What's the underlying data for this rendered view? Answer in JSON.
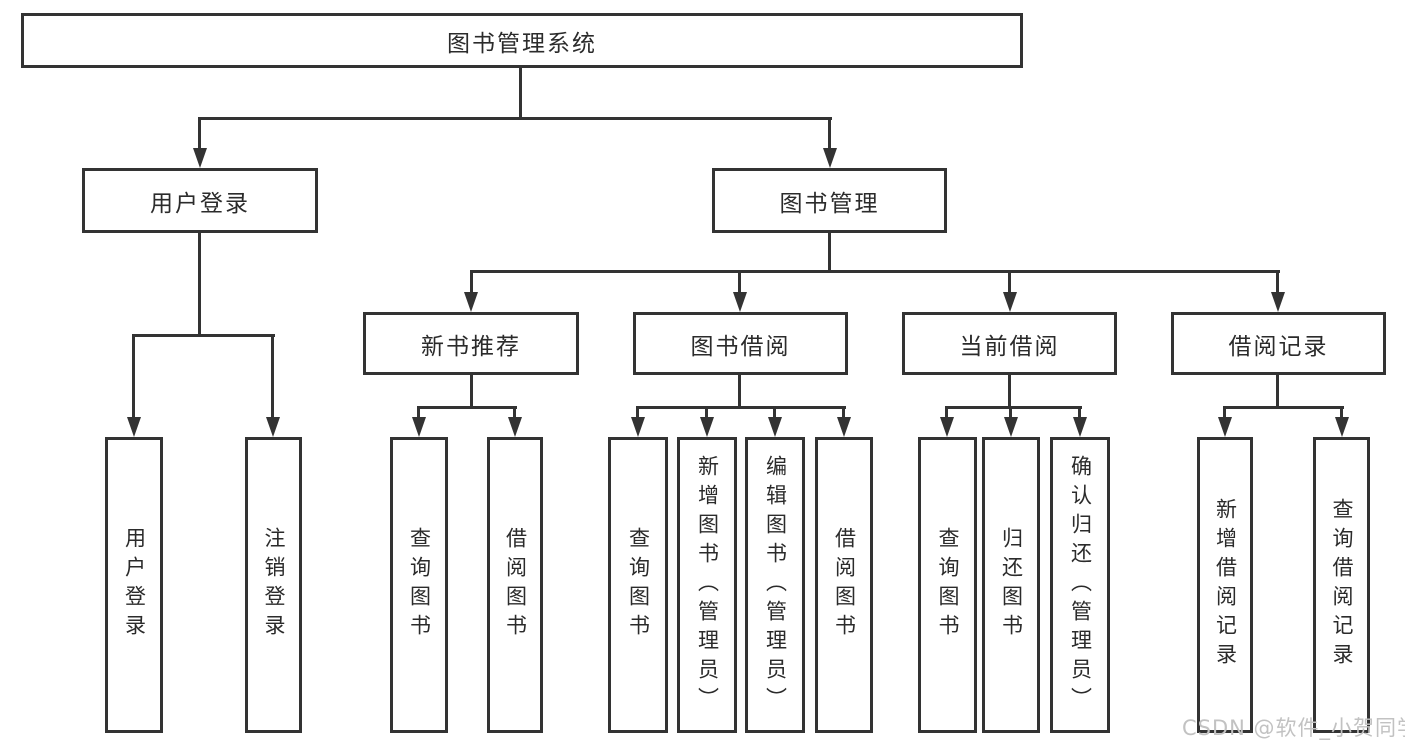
{
  "tree": {
    "root": {
      "label": "图书管理系统"
    },
    "branches": [
      {
        "label": "用户登录",
        "children": [
          {
            "label": "用户登录"
          },
          {
            "label": "注销登录"
          }
        ]
      },
      {
        "label": "图书管理",
        "children": [
          {
            "label": "新书推荐",
            "children": [
              {
                "label": "查询图书"
              },
              {
                "label": "借阅图书"
              }
            ]
          },
          {
            "label": "图书借阅",
            "children": [
              {
                "label": "查询图书"
              },
              {
                "label": "新增图书（管理员）"
              },
              {
                "label": "编辑图书（管理员）"
              },
              {
                "label": "借阅图书"
              }
            ]
          },
          {
            "label": "当前借阅",
            "children": [
              {
                "label": "查询图书"
              },
              {
                "label": "归还图书"
              },
              {
                "label": "确认归还（管理员）"
              }
            ]
          },
          {
            "label": "借阅记录",
            "children": [
              {
                "label": "新增借阅记录"
              },
              {
                "label": "查询借阅记录"
              }
            ]
          }
        ]
      }
    ]
  },
  "watermark": "CSDN @软件_小贺同学",
  "colors": {
    "line": "#333333",
    "text": "#2b2b2b",
    "watermark": "#c2c2c2",
    "background": "#ffffff"
  }
}
